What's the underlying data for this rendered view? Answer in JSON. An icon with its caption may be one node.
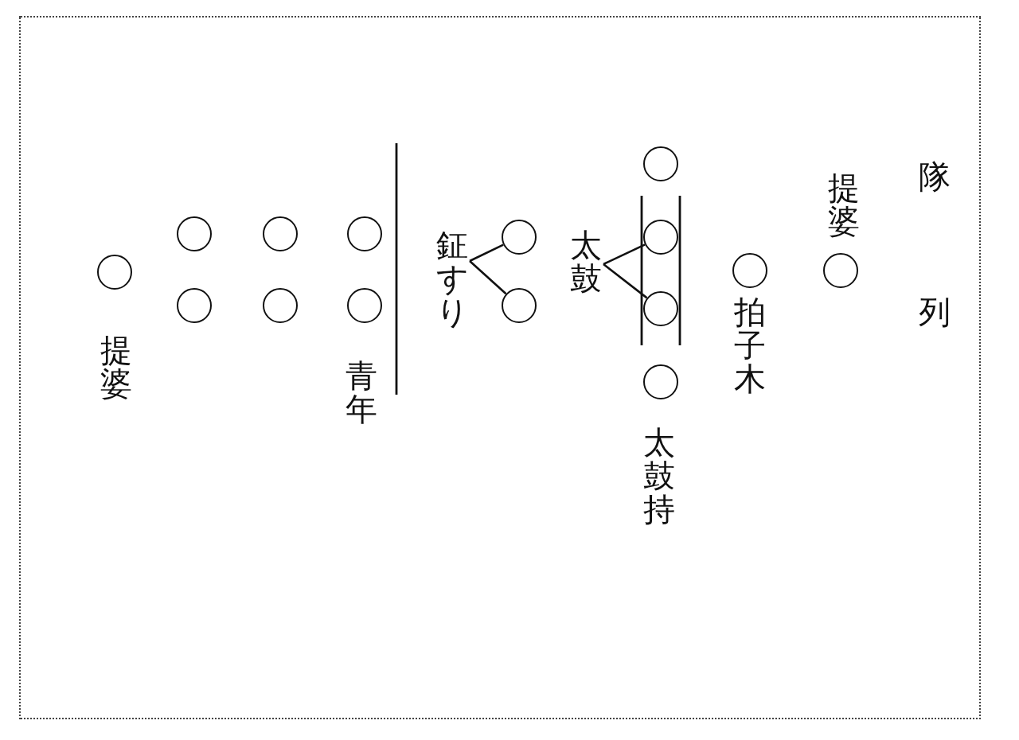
{
  "diagram": {
    "title": "隊列",
    "nodes": [
      {
        "text": [],
        "shape": "circle",
        "beside": [
          "提婆"
        ]
      },
      {
        "text": [],
        "shape": "circle"
      },
      {
        "text": [],
        "shape": "circle"
      },
      {
        "text": [],
        "shape": "circle"
      },
      {
        "text": [],
        "shape": "circle"
      },
      {
        "text": [],
        "shape": "circle"
      },
      {
        "text": [],
        "shape": "circle"
      },
      {
        "text": [
          "鉦すり"
        ]
      },
      {
        "text": [],
        "shape": "circle"
      },
      {
        "text": [],
        "shape": "circle"
      },
      {
        "text": [
          "太鼓"
        ]
      },
      {
        "text": [],
        "shape": "circle"
      },
      {
        "text": [],
        "shape": "circle"
      },
      {
        "text": [],
        "shape": "circle"
      },
      {
        "text": [],
        "shape": "circle"
      },
      {
        "text": [],
        "shape": "circle",
        "beside": [
          "拍子木"
        ]
      },
      {
        "text": [],
        "shape": "circle",
        "beside": [
          "提婆"
        ]
      }
    ],
    "edges": [
      {
        "from": 7,
        "to": 8,
        "arrow": "none"
      },
      {
        "from": 7,
        "to": 9,
        "arrow": "none"
      },
      {
        "from": 10,
        "to": 12,
        "arrow": "none"
      },
      {
        "from": 10,
        "to": 13,
        "arrow": "none"
      }
    ],
    "labels": [
      "青年",
      "太鼓持"
    ]
  }
}
